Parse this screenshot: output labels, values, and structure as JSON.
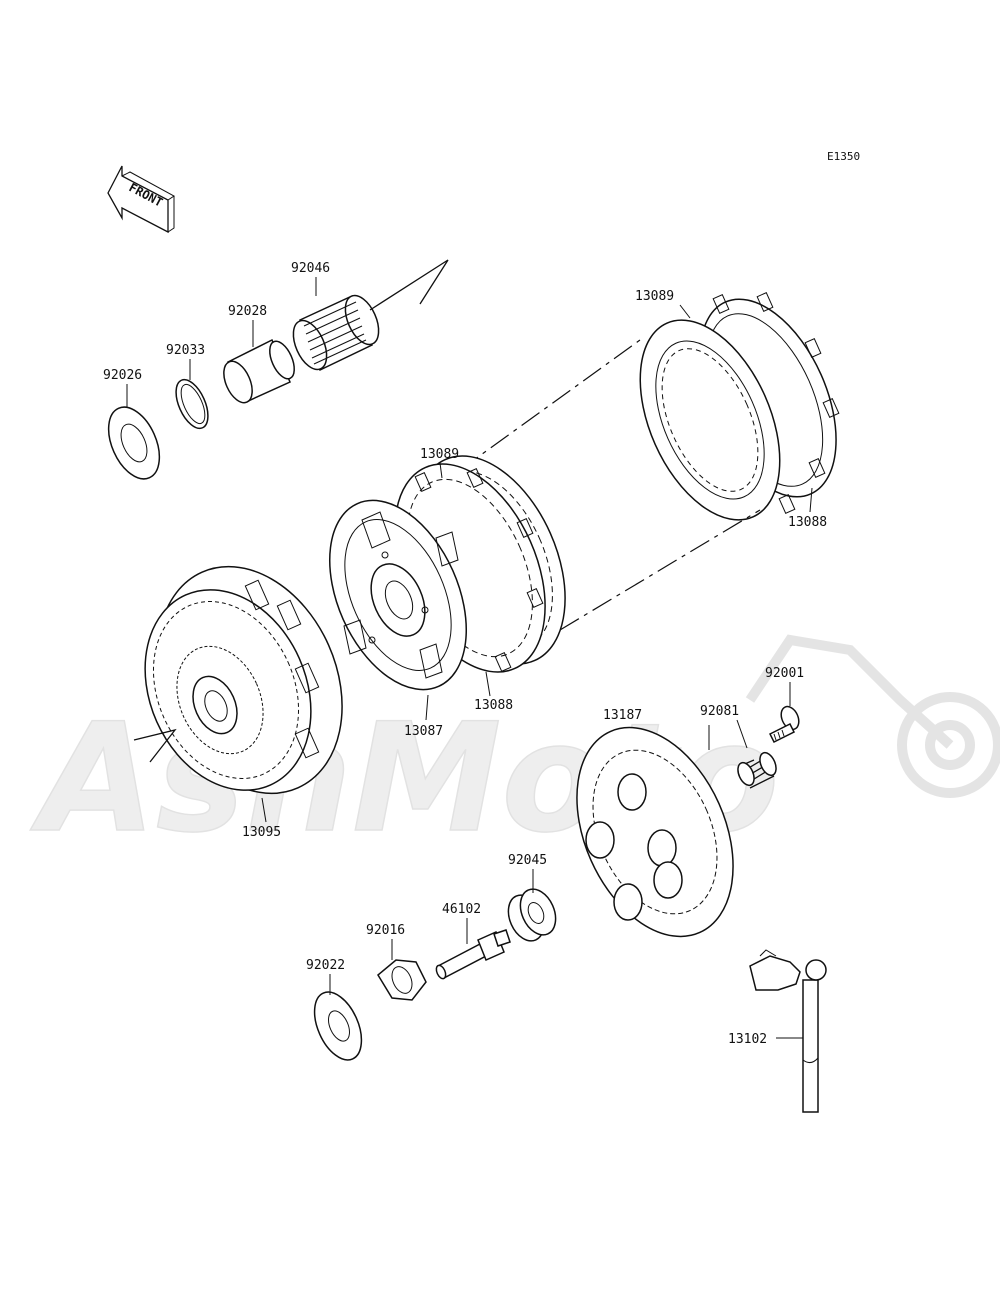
{
  "diagram": {
    "page_code": "E1350",
    "front_arrow_label": "FRONT",
    "watermark_text": "AshMoto",
    "parts": {
      "p92046": "92046",
      "p92028": "92028",
      "p92033": "92033",
      "p92026": "92026",
      "p13089_top": "13089",
      "p13089_mid": "13089",
      "p13088_right": "13088",
      "p13088_mid": "13088",
      "p13087": "13087",
      "p13095": "13095",
      "p92001": "92001",
      "p92081": "92081",
      "p13187": "13187",
      "p92045": "92045",
      "p46102": "46102",
      "p92016": "92016",
      "p92022": "92022",
      "p13102": "13102"
    }
  }
}
